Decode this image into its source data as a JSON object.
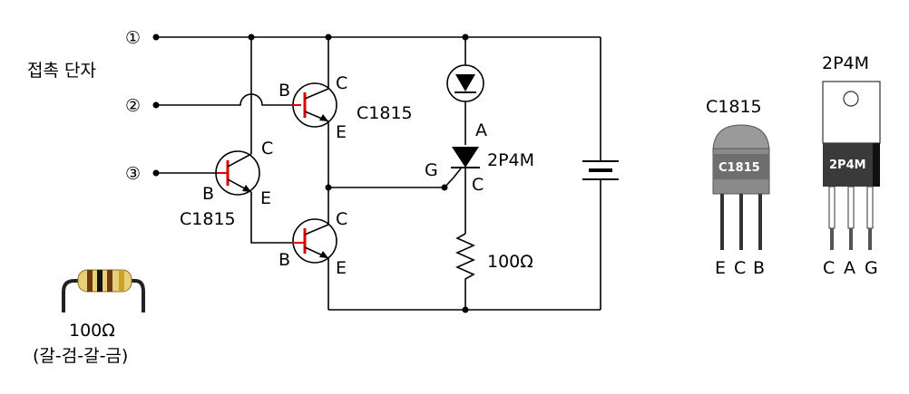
{
  "terminals": {
    "t1": "①",
    "t2": "②",
    "t3": "③",
    "group_label": "접촉 단자"
  },
  "transistors": {
    "q1": {
      "part": "C1815",
      "b": "B",
      "c": "C",
      "e": "E"
    },
    "q2": {
      "part": "C1815",
      "b": "B",
      "c": "C",
      "e": "E"
    },
    "q3": {
      "b": "B",
      "c": "C",
      "e": "E"
    }
  },
  "thyristor": {
    "part": "2P4M",
    "a": "A",
    "g": "G",
    "c": "C"
  },
  "resistor": {
    "value": "100Ω"
  },
  "resistor_sample": {
    "value": "100Ω",
    "code": "(갈-검-갈-금)",
    "band_colors": [
      "#6b3a12",
      "#111111",
      "#6b3a12",
      "#c9a227"
    ]
  },
  "package_c1815": {
    "title": "C1815",
    "body_text": "C1815",
    "pins": [
      "E",
      "C",
      "B"
    ]
  },
  "package_2p4m": {
    "title": "2P4M",
    "body_text": "2P4M",
    "pins": [
      "C",
      "A",
      "G"
    ]
  },
  "colors": {
    "transistor_base": "#e00000",
    "to92_body": "#888888",
    "to220_body": "#3a3a3a"
  }
}
